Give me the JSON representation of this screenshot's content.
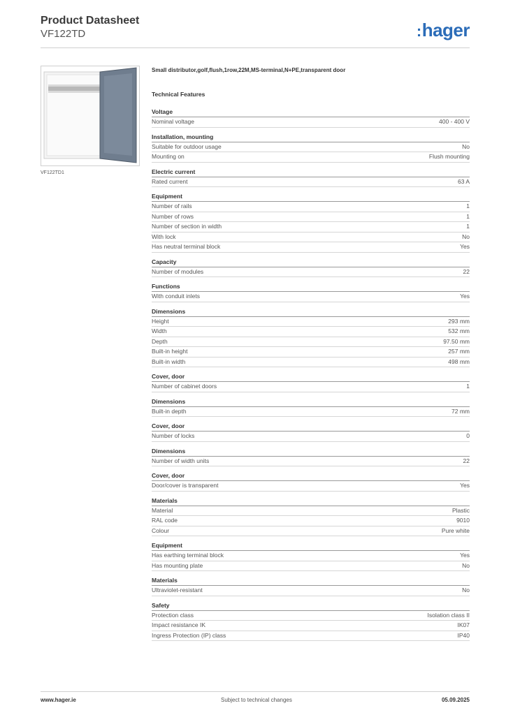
{
  "header": {
    "title": "Product Datasheet",
    "product_code": "VF122TD",
    "logo_text": "hager",
    "logo_color": "#2b6cb8"
  },
  "image": {
    "caption": "VF122TD1"
  },
  "description": "Small distributor,golf,flush,1row,22M,MS-terminal,N+PE,transparent door",
  "features_title": "Technical Features",
  "sections": [
    {
      "title": "Voltage",
      "rows": [
        {
          "label": "Nominal voltage",
          "value": "400 - 400 V"
        }
      ]
    },
    {
      "title": "Installation, mounting",
      "rows": [
        {
          "label": "Suitable for outdoor usage",
          "value": "No"
        },
        {
          "label": "Mounting on",
          "value": "Flush mounting"
        }
      ]
    },
    {
      "title": "Electric current",
      "rows": [
        {
          "label": "Rated current",
          "value": "63 A"
        }
      ]
    },
    {
      "title": "Equipment",
      "rows": [
        {
          "label": "Number of rails",
          "value": "1"
        },
        {
          "label": "Number of rows",
          "value": "1"
        },
        {
          "label": "Number of section in width",
          "value": "1"
        },
        {
          "label": "With lock",
          "value": "No"
        },
        {
          "label": "Has neutral terminal block",
          "value": "Yes"
        }
      ]
    },
    {
      "title": "Capacity",
      "rows": [
        {
          "label": "Number of modules",
          "value": "22"
        }
      ]
    },
    {
      "title": "Functions",
      "rows": [
        {
          "label": "With conduit inlets",
          "value": "Yes"
        }
      ]
    },
    {
      "title": "Dimensions",
      "rows": [
        {
          "label": "Height",
          "value": "293 mm"
        },
        {
          "label": "Width",
          "value": "532 mm"
        },
        {
          "label": "Depth",
          "value": "97.50 mm"
        },
        {
          "label": "Built-in height",
          "value": "257 mm"
        },
        {
          "label": "Built-in width",
          "value": "498 mm"
        }
      ]
    },
    {
      "title": "Cover, door",
      "rows": [
        {
          "label": "Number of cabinet doors",
          "value": "1"
        }
      ]
    },
    {
      "title": "Dimensions",
      "rows": [
        {
          "label": "Built-in depth",
          "value": "72 mm"
        }
      ]
    },
    {
      "title": "Cover, door",
      "rows": [
        {
          "label": "Number of locks",
          "value": "0"
        }
      ]
    },
    {
      "title": "Dimensions",
      "rows": [
        {
          "label": "Number of width units",
          "value": "22"
        }
      ]
    },
    {
      "title": "Cover, door",
      "rows": [
        {
          "label": "Door/cover is transparent",
          "value": "Yes"
        }
      ]
    },
    {
      "title": "Materials",
      "rows": [
        {
          "label": "Material",
          "value": "Plastic"
        },
        {
          "label": "RAL code",
          "value": "9010"
        },
        {
          "label": "Colour",
          "value": "Pure white"
        }
      ]
    },
    {
      "title": "Equipment",
      "rows": [
        {
          "label": "Has earthing terminal block",
          "value": "Yes"
        },
        {
          "label": "Has mounting plate",
          "value": "No"
        }
      ]
    },
    {
      "title": "Materials",
      "rows": [
        {
          "label": "Ultraviolet-resistant",
          "value": "No"
        }
      ]
    },
    {
      "title": "Safety",
      "rows": [
        {
          "label": "Protection class",
          "value": "Isolation class II"
        },
        {
          "label": "Impact resistance IK",
          "value": "IK07"
        },
        {
          "label": "Ingress Protection (IP) class",
          "value": "IP40"
        }
      ]
    }
  ],
  "footer": {
    "website": "www.hager.ie",
    "note": "Subject to technical changes",
    "date": "05.09.2025"
  }
}
